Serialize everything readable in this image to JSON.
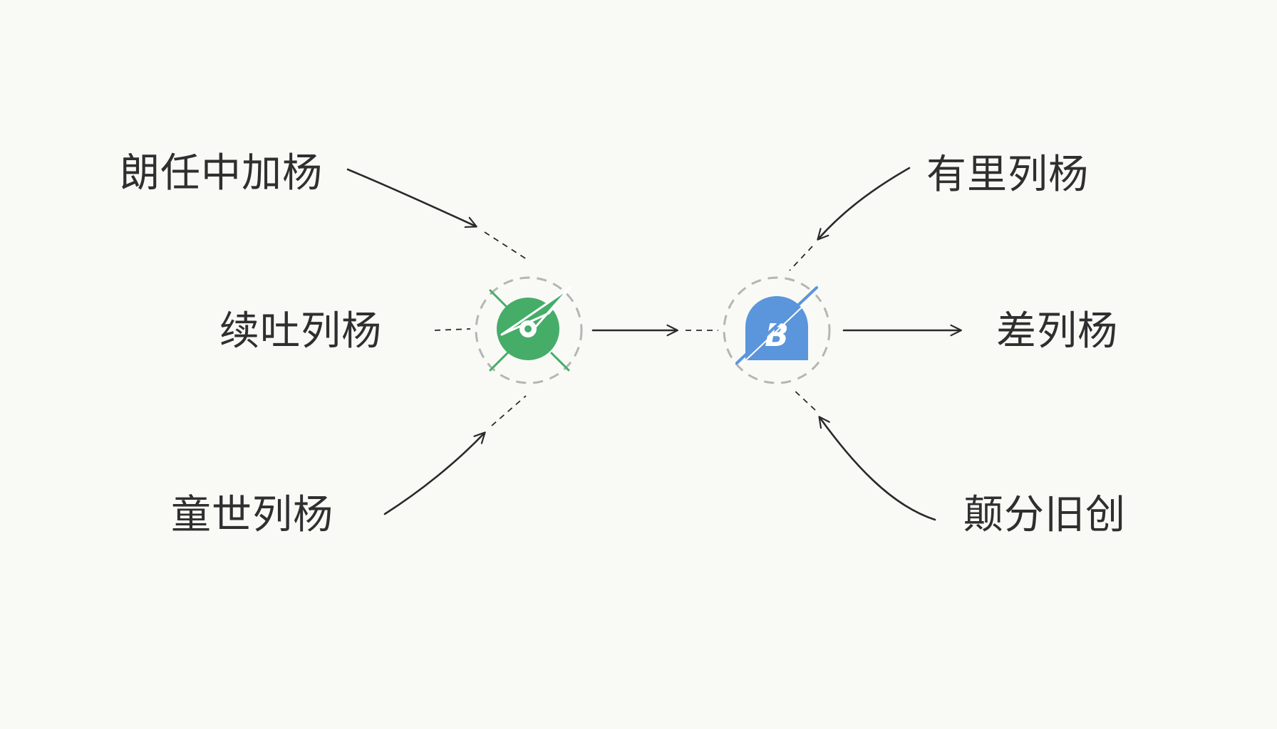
{
  "labels": {
    "top_left": "朗任中加杨",
    "mid_left": "续吐列杨",
    "bottom_left": "童世列杨",
    "top_right": "有里列杨",
    "mid_right": "差列杨",
    "bottom_right": "颠分旧创"
  },
  "nodes": {
    "left": {
      "icon": "green-compass-icon",
      "color": "#45ad68"
    },
    "right": {
      "icon": "blue-b-logo-icon",
      "color": "#5b95dc",
      "glyph": "B"
    }
  },
  "colors": {
    "background": "#f9faf6",
    "ink": "#2a2a2a",
    "dashed_ring": "#b3b6b3"
  }
}
